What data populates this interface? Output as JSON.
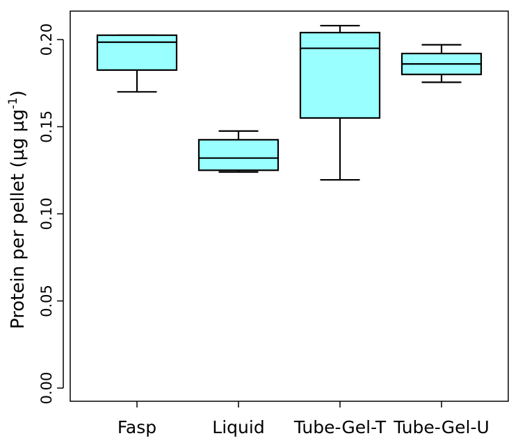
{
  "chart_data": {
    "type": "box",
    "ylabel": "Protein per pellet (µg µg",
    "ylabel_sup": "-1",
    "ylabel_close": ")",
    "ylim": [
      0.0,
      0.215
    ],
    "yticks": [
      0.0,
      0.05,
      0.1,
      0.15,
      0.2
    ],
    "ytick_labels": [
      "0.00",
      "0.05",
      "0.10",
      "0.15",
      "0.20"
    ],
    "categories": [
      "Fasp",
      "Liquid",
      "Tube-Gel-T",
      "Tube-Gel-U"
    ],
    "boxes": [
      {
        "category": "Fasp",
        "whisker_low": 0.17,
        "q1": 0.1825,
        "median": 0.1985,
        "q3": 0.2025,
        "whisker_high": 0.2025
      },
      {
        "category": "Liquid",
        "whisker_low": 0.124,
        "q1": 0.125,
        "median": 0.132,
        "q3": 0.1425,
        "whisker_high": 0.1475
      },
      {
        "category": "Tube-Gel-T",
        "whisker_low": 0.1195,
        "q1": 0.155,
        "median": 0.195,
        "q3": 0.204,
        "whisker_high": 0.208
      },
      {
        "category": "Tube-Gel-U",
        "whisker_low": 0.1755,
        "q1": 0.18,
        "median": 0.186,
        "q3": 0.192,
        "whisker_high": 0.197
      }
    ],
    "box_color": "#99FFFF",
    "line_color": "#000000",
    "grid": false,
    "legend": "none"
  }
}
